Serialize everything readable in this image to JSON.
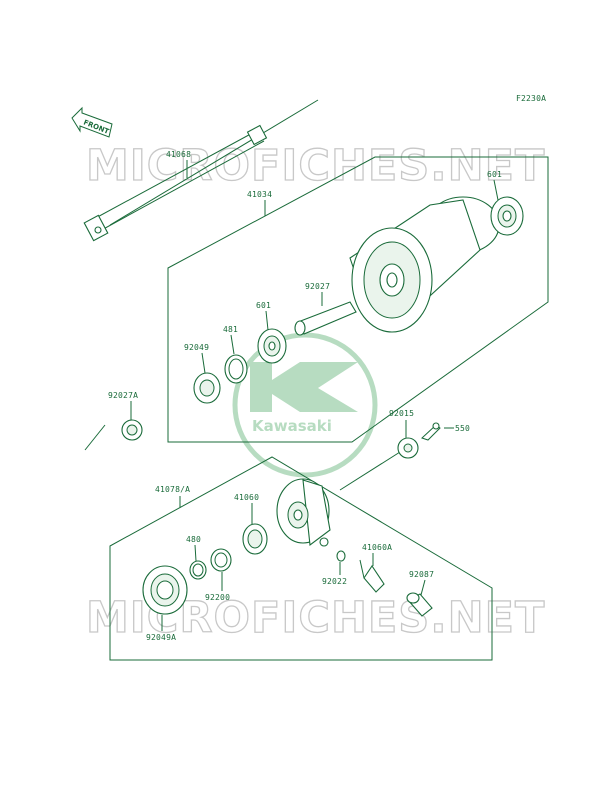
{
  "figure_code": "F2230A",
  "direction_label": "FRONT",
  "watermark": "MICROFICHES.NET",
  "logo_text": "Kawasaki",
  "part_labels": {
    "p41068": "41068",
    "p41034": "41034",
    "p601_top": "601",
    "p92027": "92027",
    "p601_mid": "601",
    "p481": "481",
    "p92049": "92049",
    "p92027A": "92027A",
    "p92015": "92015",
    "p550": "550",
    "p41078A": "41078/A",
    "p41060": "41060",
    "p480": "480",
    "p92200": "92200",
    "p41060A": "41060A",
    "p92022": "92022",
    "p92087": "92087",
    "p92049A": "92049A"
  },
  "colors": {
    "line": "#1a6b3a",
    "watermark": "#c8c8c8",
    "logo": "#b7dcc1"
  }
}
